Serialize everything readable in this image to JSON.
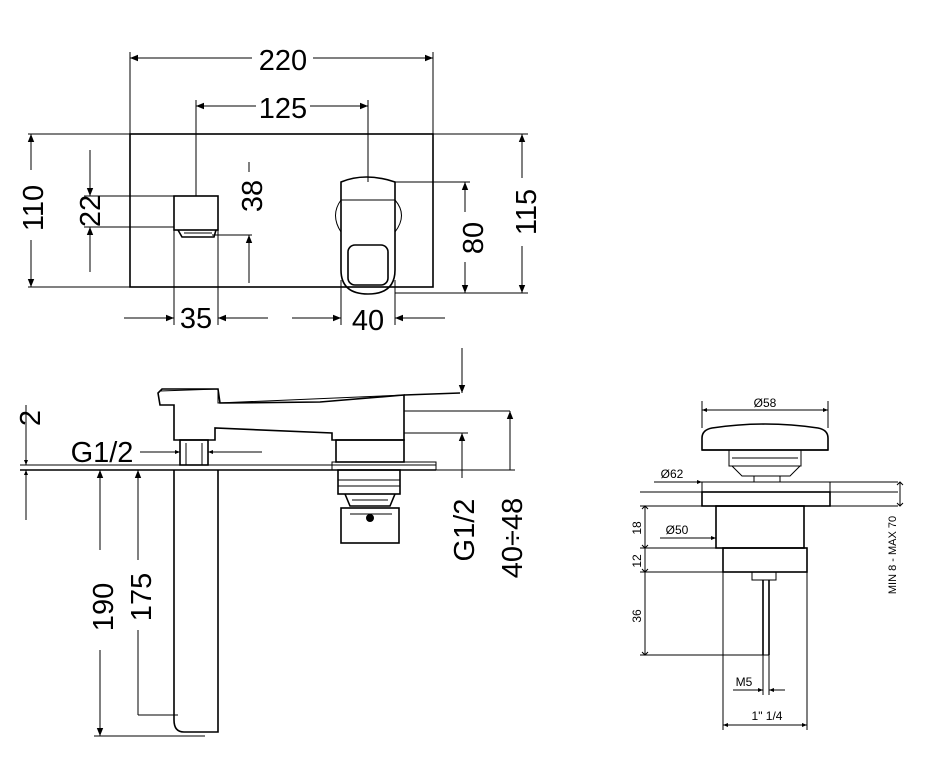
{
  "front_view": {
    "dim_width_total": "220",
    "dim_spacing": "125",
    "dim_height_left": "110",
    "dim_spout_height": "22",
    "dim_spout_offset": "38",
    "dim_height_right_inner": "80",
    "dim_height_right": "115",
    "dim_spout_width": "35",
    "dim_lever_width": "40"
  },
  "side_view": {
    "dim_plate_thickness": "2",
    "thread_left": "G1/2",
    "thread_right": "G1/2",
    "dim_embed_range": "40÷48",
    "dim_projection_total": "190",
    "dim_projection_inner": "175"
  },
  "drain_view": {
    "dim_cap_diameter": "Ø58",
    "dim_flange_diameter": "Ø62",
    "dim_body_diameter": "Ø50",
    "dim_flange_height": "18",
    "dim_neck_height": "12",
    "dim_rod_length": "36",
    "thread_rod": "M5",
    "thread_pipe": "1\" 1/4",
    "dim_thickness_range": "MIN 8 - MAX 70"
  }
}
